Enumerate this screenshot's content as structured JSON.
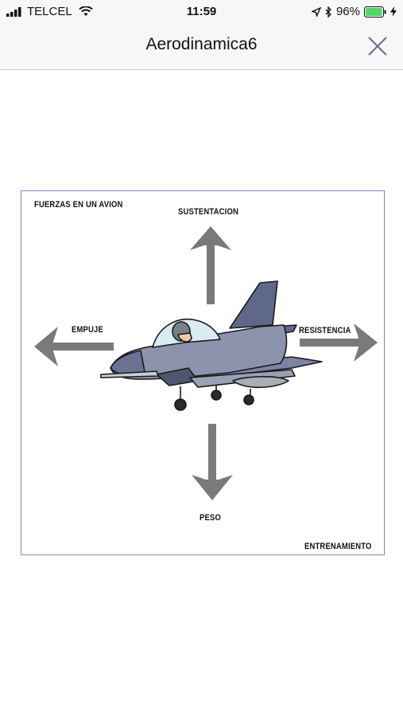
{
  "status_bar": {
    "carrier": "TELCEL",
    "time": "11:59",
    "battery": "96%",
    "icons": [
      "signal-bars-icon",
      "wifi-icon",
      "location-arrow-icon",
      "bluetooth-icon",
      "battery-icon",
      "charging-bolt-icon"
    ],
    "battery_color": "#4cd964"
  },
  "nav": {
    "title": "Aerodinamica6",
    "close_icon": "close-icon"
  },
  "figure": {
    "title": "FUERZAS EN UN AVION",
    "footer": "ENTRENAMIENTO",
    "forces": {
      "lift": "SUSTENTACION",
      "thrust": "EMPUJE",
      "drag": "RESISTENCIA",
      "weight": "PESO"
    },
    "border_color": "#8f7fd0",
    "arrow_color": "#7a7a7a",
    "plane_color": "#8c93ad"
  }
}
